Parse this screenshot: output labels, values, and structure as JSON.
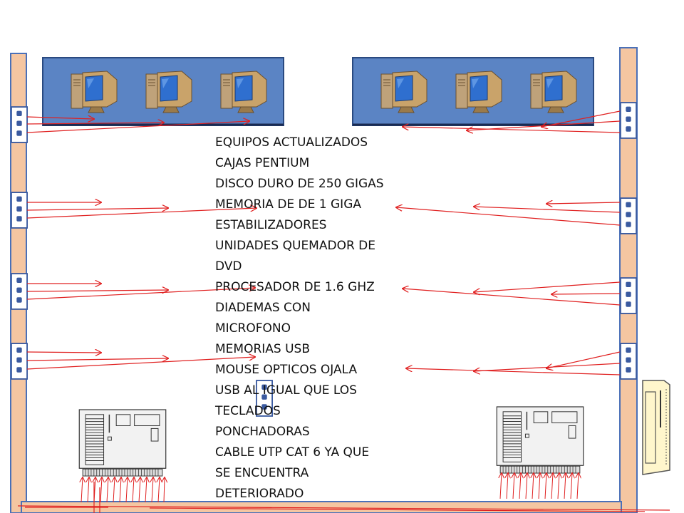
{
  "specs": {
    "items": [
      "EQUIPOS ACTUALIZADOS",
      "CAJAS PENTIUM",
      "DISCO DURO DE 250 GIGAS",
      "MEMORIA DE DE 1 GIGA",
      "ESTABILIZADORES",
      "UNIDADES QUEMADOR DE",
      "DVD",
      "PROCESADOR DE 1.6 GHZ",
      "DIADEMAS CON",
      "MICROFONO",
      "MEMORIAS USB",
      "MOUSE OPTICOS OJALA",
      "USB AL IGUAL QUE LOS",
      "TECLADOS",
      "PONCHADORAS",
      "CABLE UTP CAT 6 YA QUE",
      "SE ENCUENTRA",
      "DETERIORADO"
    ]
  },
  "colors": {
    "wall": "#f5c6a1",
    "wall_border": "#4a70b8",
    "table": "#5b84c4",
    "table_border": "#2a4a80",
    "port": "#3a5aa0",
    "cable": "#e02020",
    "monitor_body": "#c9a36a",
    "monitor_screen": "#2f6fcf",
    "tower": "#bfa27a",
    "switch_fill": "#f2f2f2",
    "switch_stroke": "#333333",
    "device_fill": "#fff6cc"
  },
  "icons": {
    "computer": "desktop-computer-icon",
    "switch": "network-switch-icon",
    "rack": "wall-rack-icon",
    "port": "network-port-icon"
  }
}
